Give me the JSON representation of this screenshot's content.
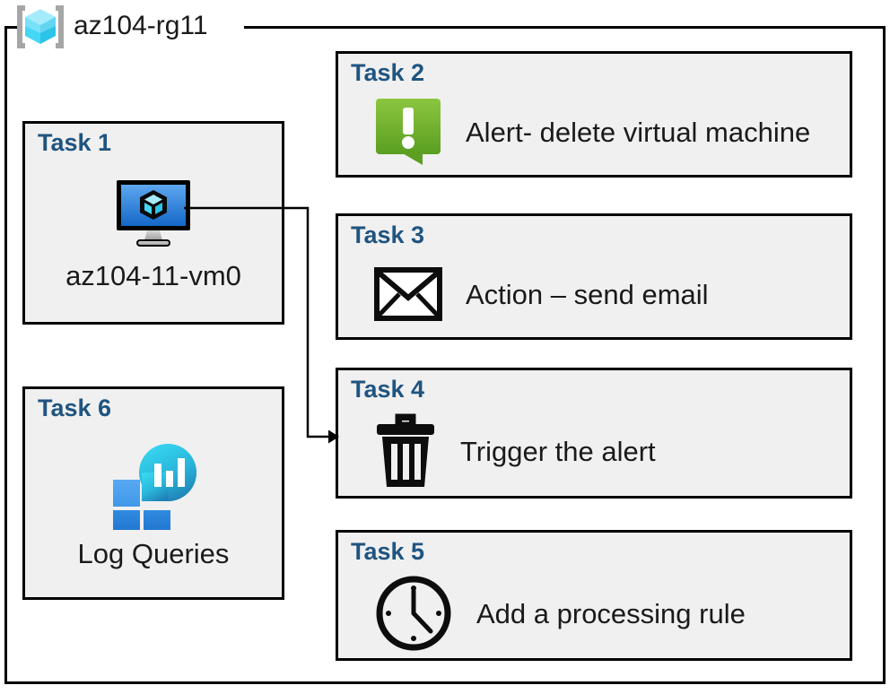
{
  "resource_group": {
    "name": "az104-rg11",
    "icon": "resource-group-cube-icon",
    "accent_border": "#000000",
    "card_fill": "#f0f0f0",
    "title_color": "#1f5480"
  },
  "cards": {
    "task1": {
      "title": "Task 1",
      "caption": "az104-11-vm0",
      "icon": "virtual-machine-icon"
    },
    "task2": {
      "title": "Task 2",
      "caption": "Alert- delete virtual machine",
      "icon": "alert-bubble-icon",
      "icon_color": "#76bc2d"
    },
    "task3": {
      "title": "Task 3",
      "caption": "Action – send email",
      "icon": "envelope-icon",
      "icon_color": "#000000"
    },
    "task4": {
      "title": "Task 4",
      "caption": "Trigger the alert",
      "icon": "trash-can-icon",
      "icon_color": "#000000"
    },
    "task5": {
      "title": "Task 5",
      "caption": "Add a processing rule",
      "icon": "clock-icon",
      "icon_color": "#000000"
    },
    "task6": {
      "title": "Task 6",
      "caption": "Log Queries",
      "icon": "log-analytics-icon"
    }
  },
  "connector": {
    "from": "task1-virtual-machine-icon",
    "to": "task4-card",
    "style": "orthogonal-arrow"
  }
}
